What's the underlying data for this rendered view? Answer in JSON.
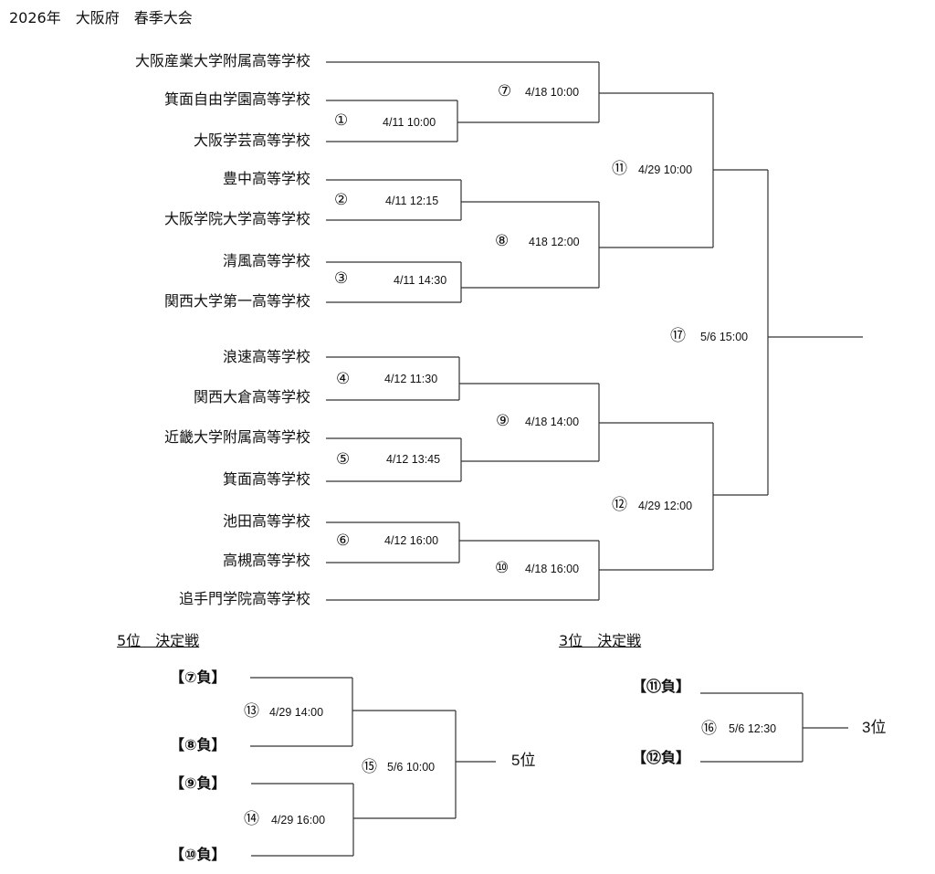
{
  "title": "2026年　大阪府　春季大会",
  "teams": [
    "大阪産業大学附属高等学校",
    "箕面自由学園高等学校",
    "大阪学芸高等学校",
    "豊中高等学校",
    "大阪学院大学高等学校",
    "清風高等学校",
    "関西大学第一高等学校",
    "浪速高等学校",
    "関西大倉高等学校",
    "近畿大学附属高等学校",
    "箕面高等学校",
    "池田高等学校",
    "高槻高等学校",
    "追手門学院高等学校"
  ],
  "matches": [
    {
      "no": "①",
      "datetime": "4/11 10:00"
    },
    {
      "no": "②",
      "datetime": "4/11 12:15"
    },
    {
      "no": "③",
      "datetime": "4/11 14:30"
    },
    {
      "no": "④",
      "datetime": "4/12 11:30"
    },
    {
      "no": "⑤",
      "datetime": "4/12 13:45"
    },
    {
      "no": "⑥",
      "datetime": "4/12 16:00"
    },
    {
      "no": "⑦",
      "datetime": "4/18 10:00"
    },
    {
      "no": "⑧",
      "datetime": "418 12:00"
    },
    {
      "no": "⑨",
      "datetime": "4/18 14:00"
    },
    {
      "no": "⑩",
      "datetime": "4/18 16:00"
    },
    {
      "no": "⑪",
      "datetime": "4/29 10:00"
    },
    {
      "no": "⑫",
      "datetime": "4/29 12:00"
    },
    {
      "no": "⑬",
      "datetime": "4/29 14:00"
    },
    {
      "no": "⑭",
      "datetime": "4/29 16:00"
    },
    {
      "no": "⑮",
      "datetime": "5/6 10:00"
    },
    {
      "no": "⑯",
      "datetime": "5/6 12:30"
    },
    {
      "no": "⑰",
      "datetime": "5/6 15:00"
    }
  ],
  "fifth_place": {
    "heading": "5位　決定戦",
    "entries": [
      "【⑦負】",
      "【⑧負】",
      "【⑨負】",
      "【⑩負】"
    ],
    "result": "5位"
  },
  "third_place": {
    "heading": "3位　決定戦",
    "entries": [
      "【⑪負】",
      "【⑫負】"
    ],
    "result": "3位"
  }
}
